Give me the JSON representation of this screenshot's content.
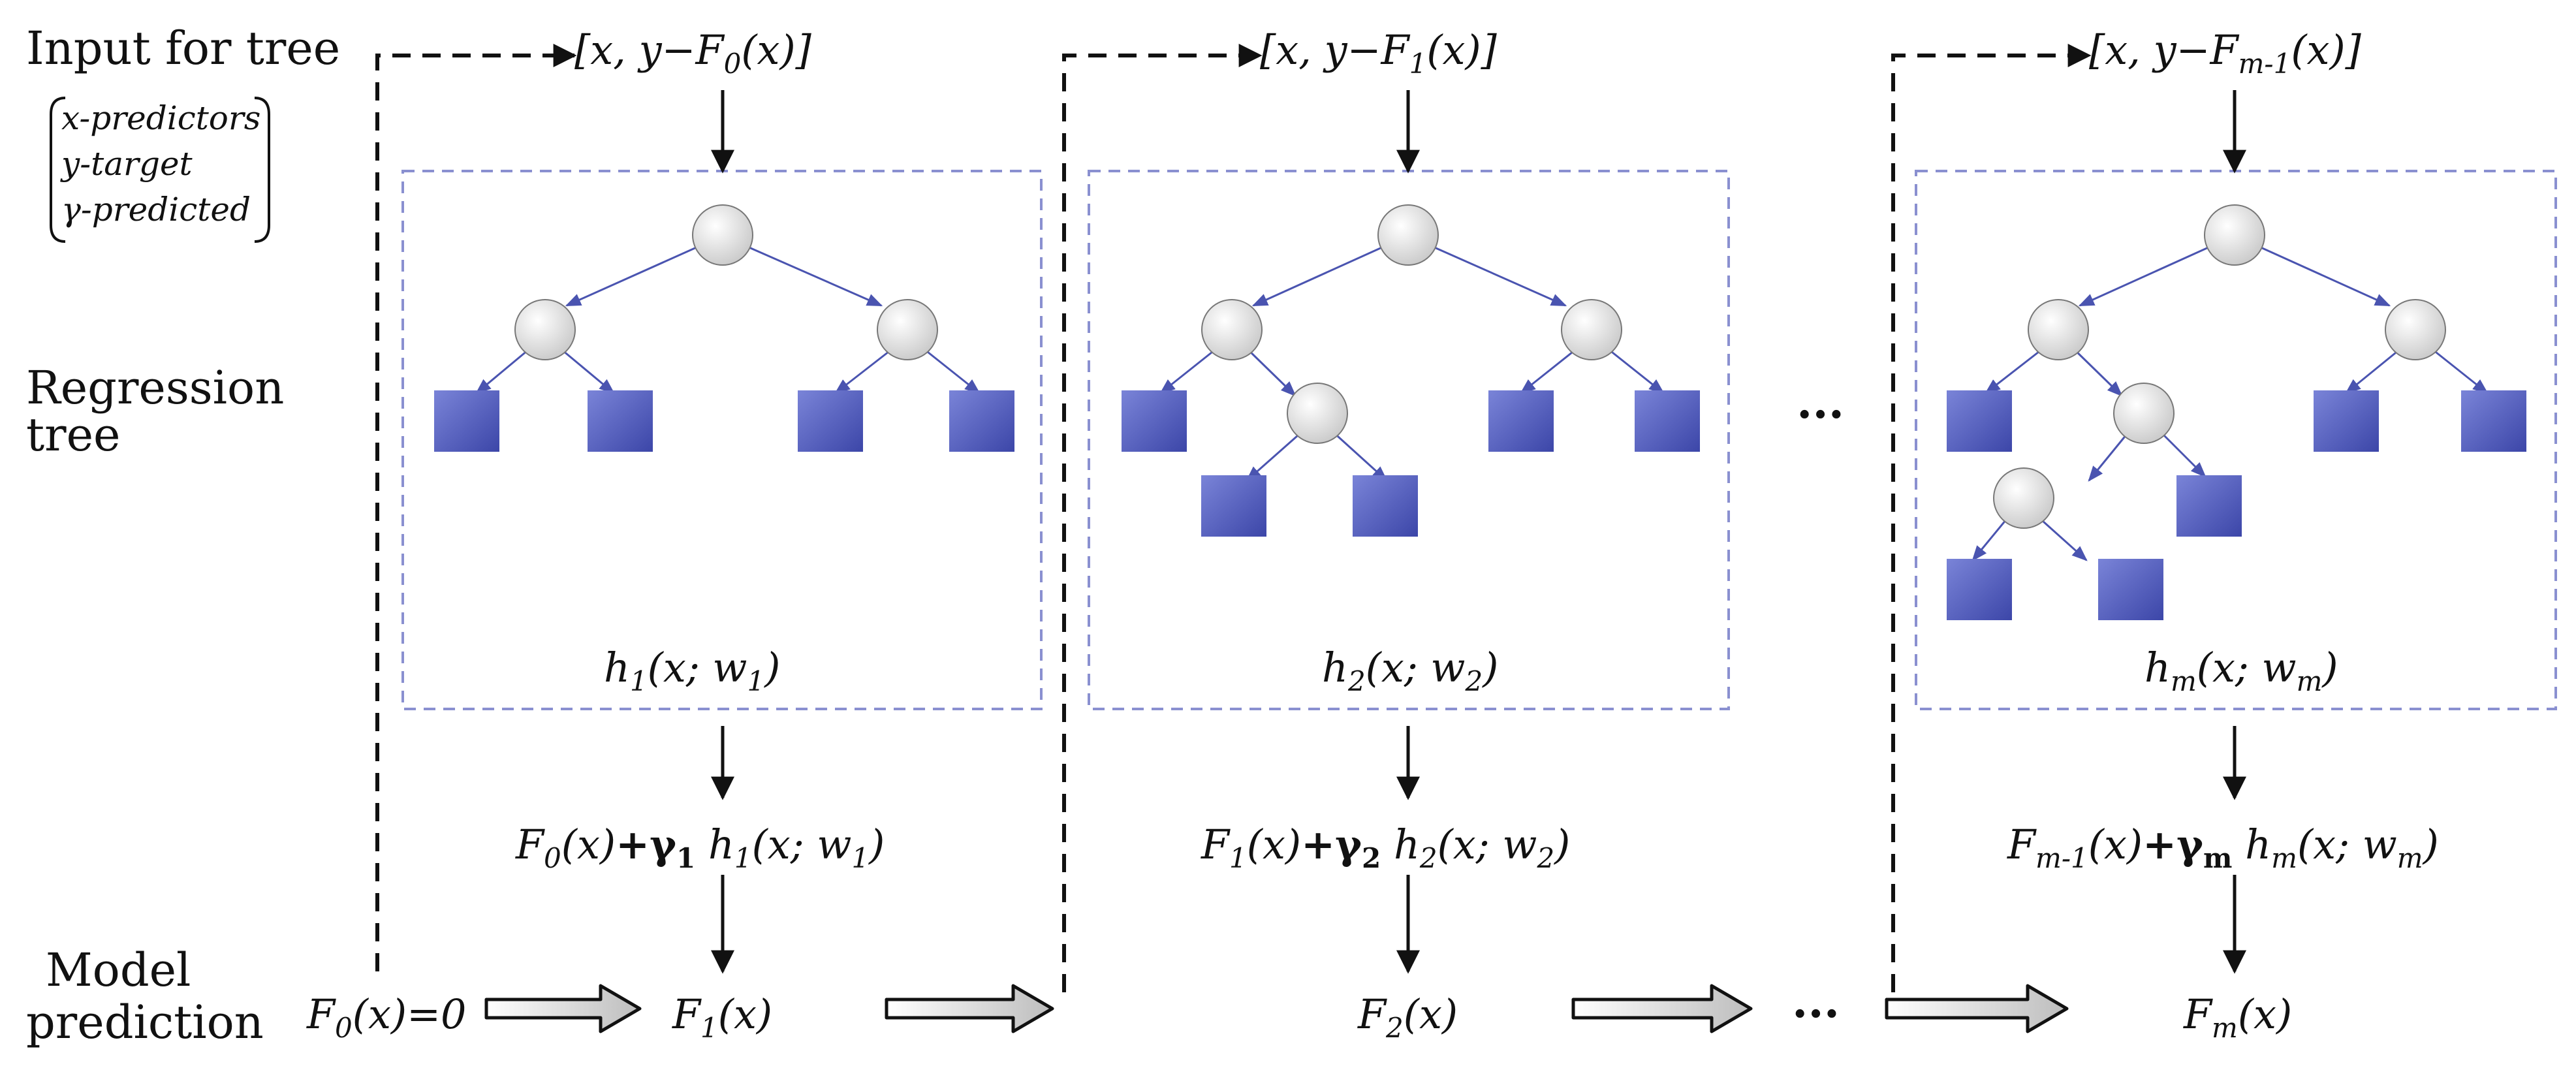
{
  "row_labels": {
    "input": "Input for tree",
    "tree_line1": "Regression",
    "tree_line2": "tree",
    "model_line1": "Model",
    "model_line2": "prediction"
  },
  "legend": [
    "x-predictors",
    "y-target",
    "γ-predicted"
  ],
  "stages": [
    {
      "input": {
        "open": "[x, y−F",
        "sub": "0",
        "close": "(x)]"
      },
      "tree_label": {
        "h": "h",
        "hsub": "1",
        "mid": "(x; w",
        "wsub": "1",
        "end": ")"
      },
      "update": {
        "F": "F",
        "Fsub": "0",
        "a": "(x)",
        "plus": "+",
        "g": "γ",
        "gsub": "1",
        "h": " h",
        "hsub": "1",
        "mid": "(x; w",
        "wsub": "1",
        "end": ")"
      },
      "prediction": {
        "F": "F",
        "sub": "1",
        "end": "(x)"
      }
    },
    {
      "input": {
        "open": "[x, y−F",
        "sub": "1",
        "close": "(x)]"
      },
      "tree_label": {
        "h": "h",
        "hsub": "2",
        "mid": "(x; w",
        "wsub": "2",
        "end": ")"
      },
      "update": {
        "F": "F",
        "Fsub": "1",
        "a": "(x)",
        "plus": "+",
        "g": "γ",
        "gsub": "2",
        "h": " h",
        "hsub": "2",
        "mid": "(x; w",
        "wsub": "2",
        "end": ")"
      },
      "prediction": {
        "F": "F",
        "sub": "2",
        "end": "(x)"
      }
    },
    {
      "input": {
        "open": "[x, y−F",
        "sub": "m-1",
        "close": "(x)]"
      },
      "tree_label": {
        "h": "h",
        "hsub": "m",
        "mid": "(x; w",
        "wsub": "m",
        "end": ")"
      },
      "update": {
        "F": "F",
        "Fsub": "m-1",
        "a": "(x)",
        "plus": "+",
        "g": "γ",
        "gsub": "m",
        "h": " h",
        "hsub": "m",
        "mid": "(x; w",
        "wsub": "m",
        "end": ")"
      },
      "prediction": {
        "F": "F",
        "sub": "m",
        "end": "(x)"
      }
    }
  ],
  "initial": {
    "F": "F",
    "sub": "0",
    "end": "(x)=0"
  },
  "ellipsis": "...",
  "colors": {
    "node_fill": "#e2e2e2",
    "leaf_fill": "#5560c0",
    "edge": "#5a63b8",
    "box_border": "#8a90d0",
    "ink": "#111111"
  }
}
